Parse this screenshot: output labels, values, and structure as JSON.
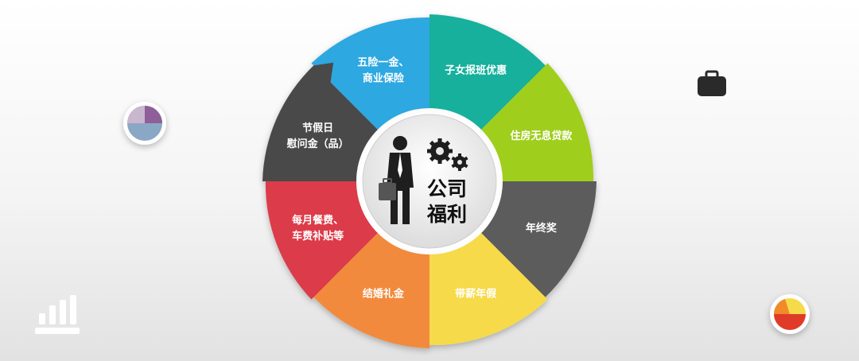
{
  "diagram": {
    "center_title_lines": [
      "公司",
      "福利"
    ],
    "segments": [
      {
        "id": "insurance",
        "lines": [
          "五险一金、",
          "商业保险"
        ],
        "color": "#2ea8e0"
      },
      {
        "id": "education",
        "lines": [
          "子女报班优惠"
        ],
        "color": "#12b09c"
      },
      {
        "id": "housing",
        "lines": [
          "住房无息贷款"
        ],
        "color": "#9fce1e"
      },
      {
        "id": "year-end",
        "lines": [
          "年终奖"
        ],
        "color": "#5c5c5c"
      },
      {
        "id": "paid-leave",
        "lines": [
          "带薪年假"
        ],
        "color": "#f6da4a"
      },
      {
        "id": "wedding",
        "lines": [
          "结婚礼金"
        ],
        "color": "#f28a3c"
      },
      {
        "id": "meal",
        "lines": [
          "每月餐费、",
          "车费补贴等"
        ],
        "color": "#dc3a4a"
      },
      {
        "id": "holiday",
        "lines": [
          "节假日",
          "慰问金（品）"
        ],
        "color": "#4a4a4a"
      }
    ]
  },
  "decor_icons": [
    "pie-chart-icon",
    "briefcase-icon",
    "bar-chart-icon",
    "pie-chart-icon"
  ],
  "colors": {
    "pie_purple": "#8e5f98",
    "pie_blue": "#8aa8c6",
    "pie_orange": "#f08a2a",
    "pie_red": "#e03a2a"
  }
}
